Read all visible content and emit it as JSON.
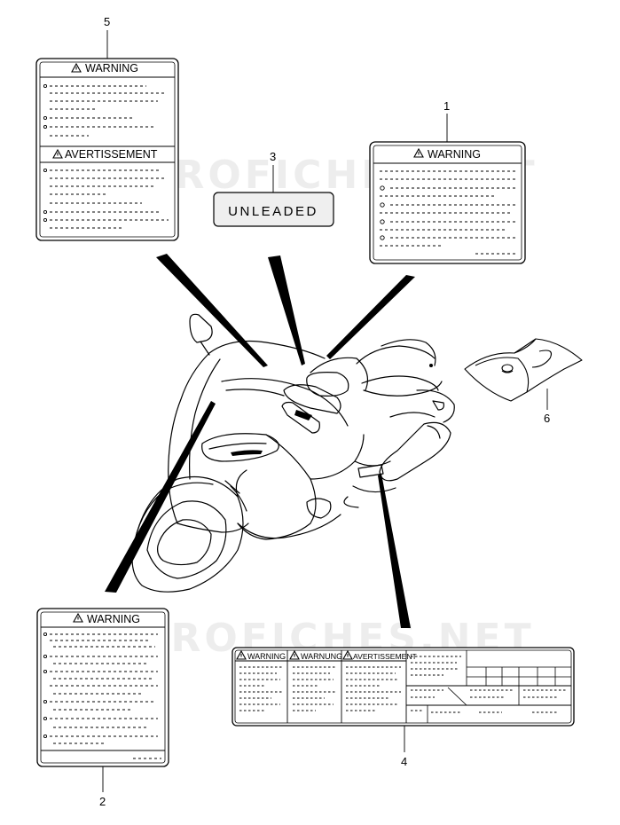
{
  "colors": {
    "line": "#000000",
    "label_fill": "#ffffff",
    "unleaded_fill": "#efefef",
    "watermark": "#bebebe"
  },
  "watermarks": [
    "MICROFICHES.NET",
    "MICROFICHES.NET"
  ],
  "parts": [
    {
      "number": "1",
      "heading": "WARNING"
    },
    {
      "number": "2",
      "heading": "WARNING"
    },
    {
      "number": "3",
      "text": "UNLEADED"
    },
    {
      "number": "4",
      "headings": [
        "WARNING",
        "WARNUNG",
        "AVERTISSEMENT"
      ]
    },
    {
      "number": "5",
      "headings": [
        "WARNING",
        "AVERTISSEMENT"
      ]
    },
    {
      "number": "6"
    }
  ],
  "icons": [
    "warning-triangle-icon"
  ]
}
